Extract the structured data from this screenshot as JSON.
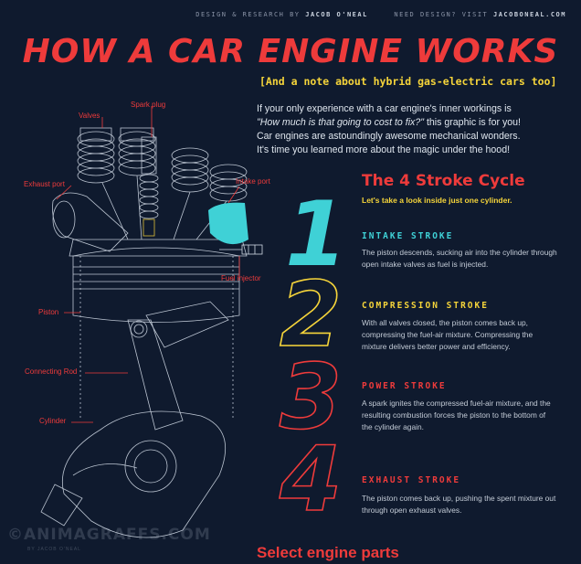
{
  "header": {
    "credit_left_prefix": "DESIGN & RESEARCH BY ",
    "credit_left_name": "JACOB O'NEAL",
    "credit_right_prefix": "NEED DESIGN? VISIT ",
    "credit_right_site": "JACOBONEAL.COM"
  },
  "title": "How a Car Engine Works",
  "subtitle": "[And a note about hybrid gas-electric cars too]",
  "intro": {
    "line1": "If your only experience with a car engine's inner workings is",
    "question": "\"How much is that going to cost to fix?\"",
    "line2_rest": " this graphic is for you!",
    "line3": "Car engines are astoundingly awesome mechanical wonders.",
    "line4": "It's time you learned more about the magic under the hood!"
  },
  "cycle": {
    "title": "The 4 Stroke Cycle",
    "subtitle": "Let's take a look inside just one cylinder."
  },
  "strokes": [
    {
      "numeral": "1",
      "heading": "INTAKE STROKE",
      "color": "#3fd1d6",
      "desc": "The piston descends, sucking air into the cylinder through open intake valves as fuel is injected."
    },
    {
      "numeral": "2",
      "heading": "COMPRESSION STROKE",
      "color": "#f5d43a",
      "desc": "With all valves closed, the piston comes back up, compressing the fuel-air mixture. Compressing the mixture delivers better power and efficiency."
    },
    {
      "numeral": "3",
      "heading": "POWER STROKE",
      "color": "#ee3b3b",
      "desc": "A spark ignites the compressed fuel-air mixture, and the resulting combustion forces the piston to the bottom of the cylinder again."
    },
    {
      "numeral": "4",
      "heading": "EXHAUST STROKE",
      "color": "#ee3b3b",
      "desc": "The piston comes back up, pushing the spent mixture out through open exhaust valves."
    }
  ],
  "parts": {
    "valves": "Valves",
    "spark_plug": "Spark plug",
    "exhaust_port": "Exhaust port",
    "intake_port": "Intake port",
    "fuel_injector": "Fuel injector",
    "piston": "Piston",
    "connecting_rod": "Connecting Rod",
    "cylinder": "Cylinder"
  },
  "select_parts": "Select engine parts",
  "watermark": "©ANIMAGRAFFS.COM",
  "watermark_sub": "BY JACOB O'NEAL",
  "colors": {
    "background": "#0f1a2e",
    "red": "#ee3b3b",
    "yellow": "#f5d43a",
    "cyan": "#3fd1d6"
  }
}
